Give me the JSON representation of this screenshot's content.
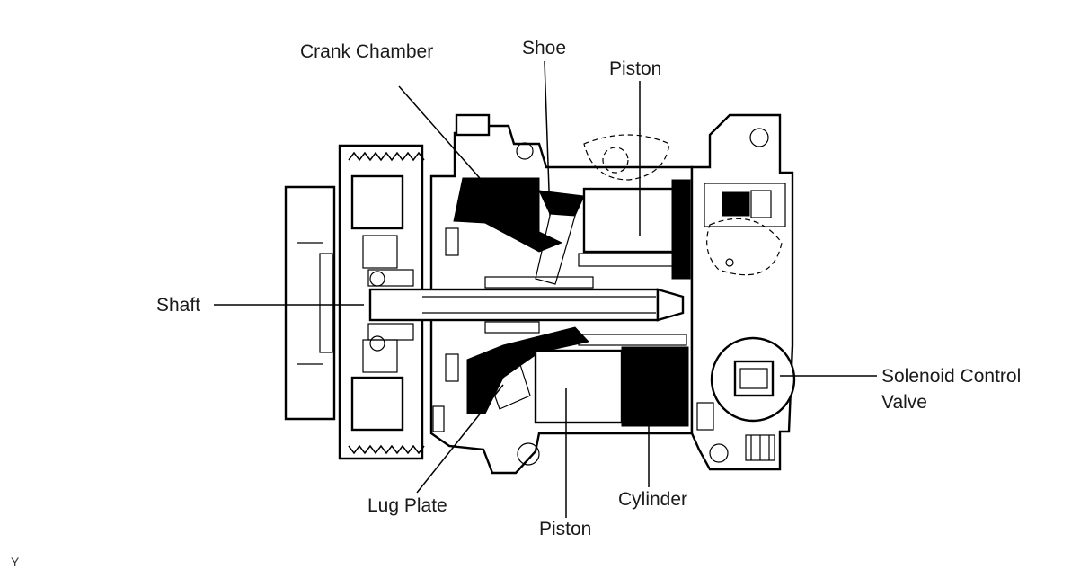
{
  "labels": {
    "crank_chamber": "Crank Chamber",
    "shoe": "Shoe",
    "piston_top": "Piston",
    "shaft": "Shaft",
    "solenoid_line1": "Solenoid Control",
    "solenoid_line2": "Valve",
    "lug_plate": "Lug Plate",
    "piston_bottom": "Piston",
    "cylinder": "Cylinder"
  },
  "corner_mark": "Y"
}
